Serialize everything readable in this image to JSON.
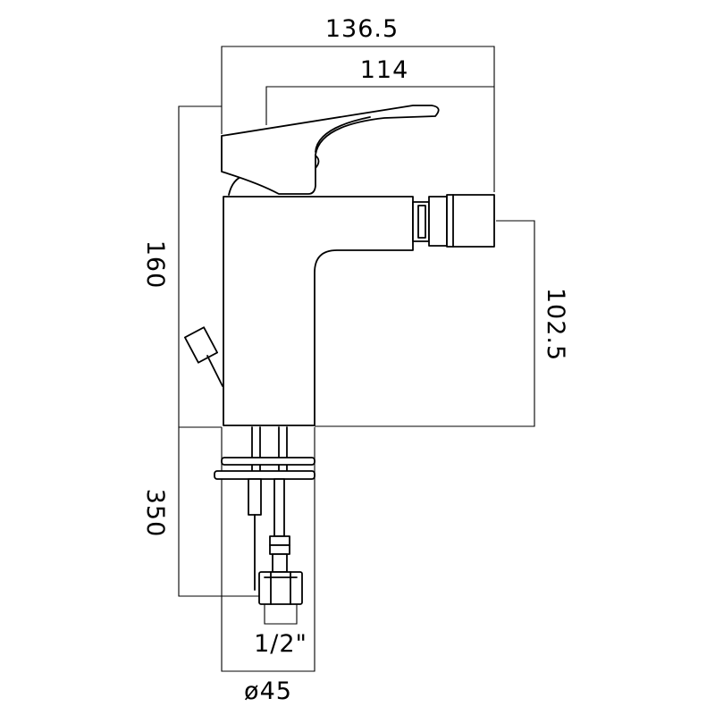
{
  "dimensions": {
    "overall_width": "136.5",
    "spout_reach": "114",
    "overall_height": "160",
    "spout_height": "102.5",
    "tail_length": "350",
    "connector_thread": "1/2\"",
    "base_diameter": "ø45"
  }
}
